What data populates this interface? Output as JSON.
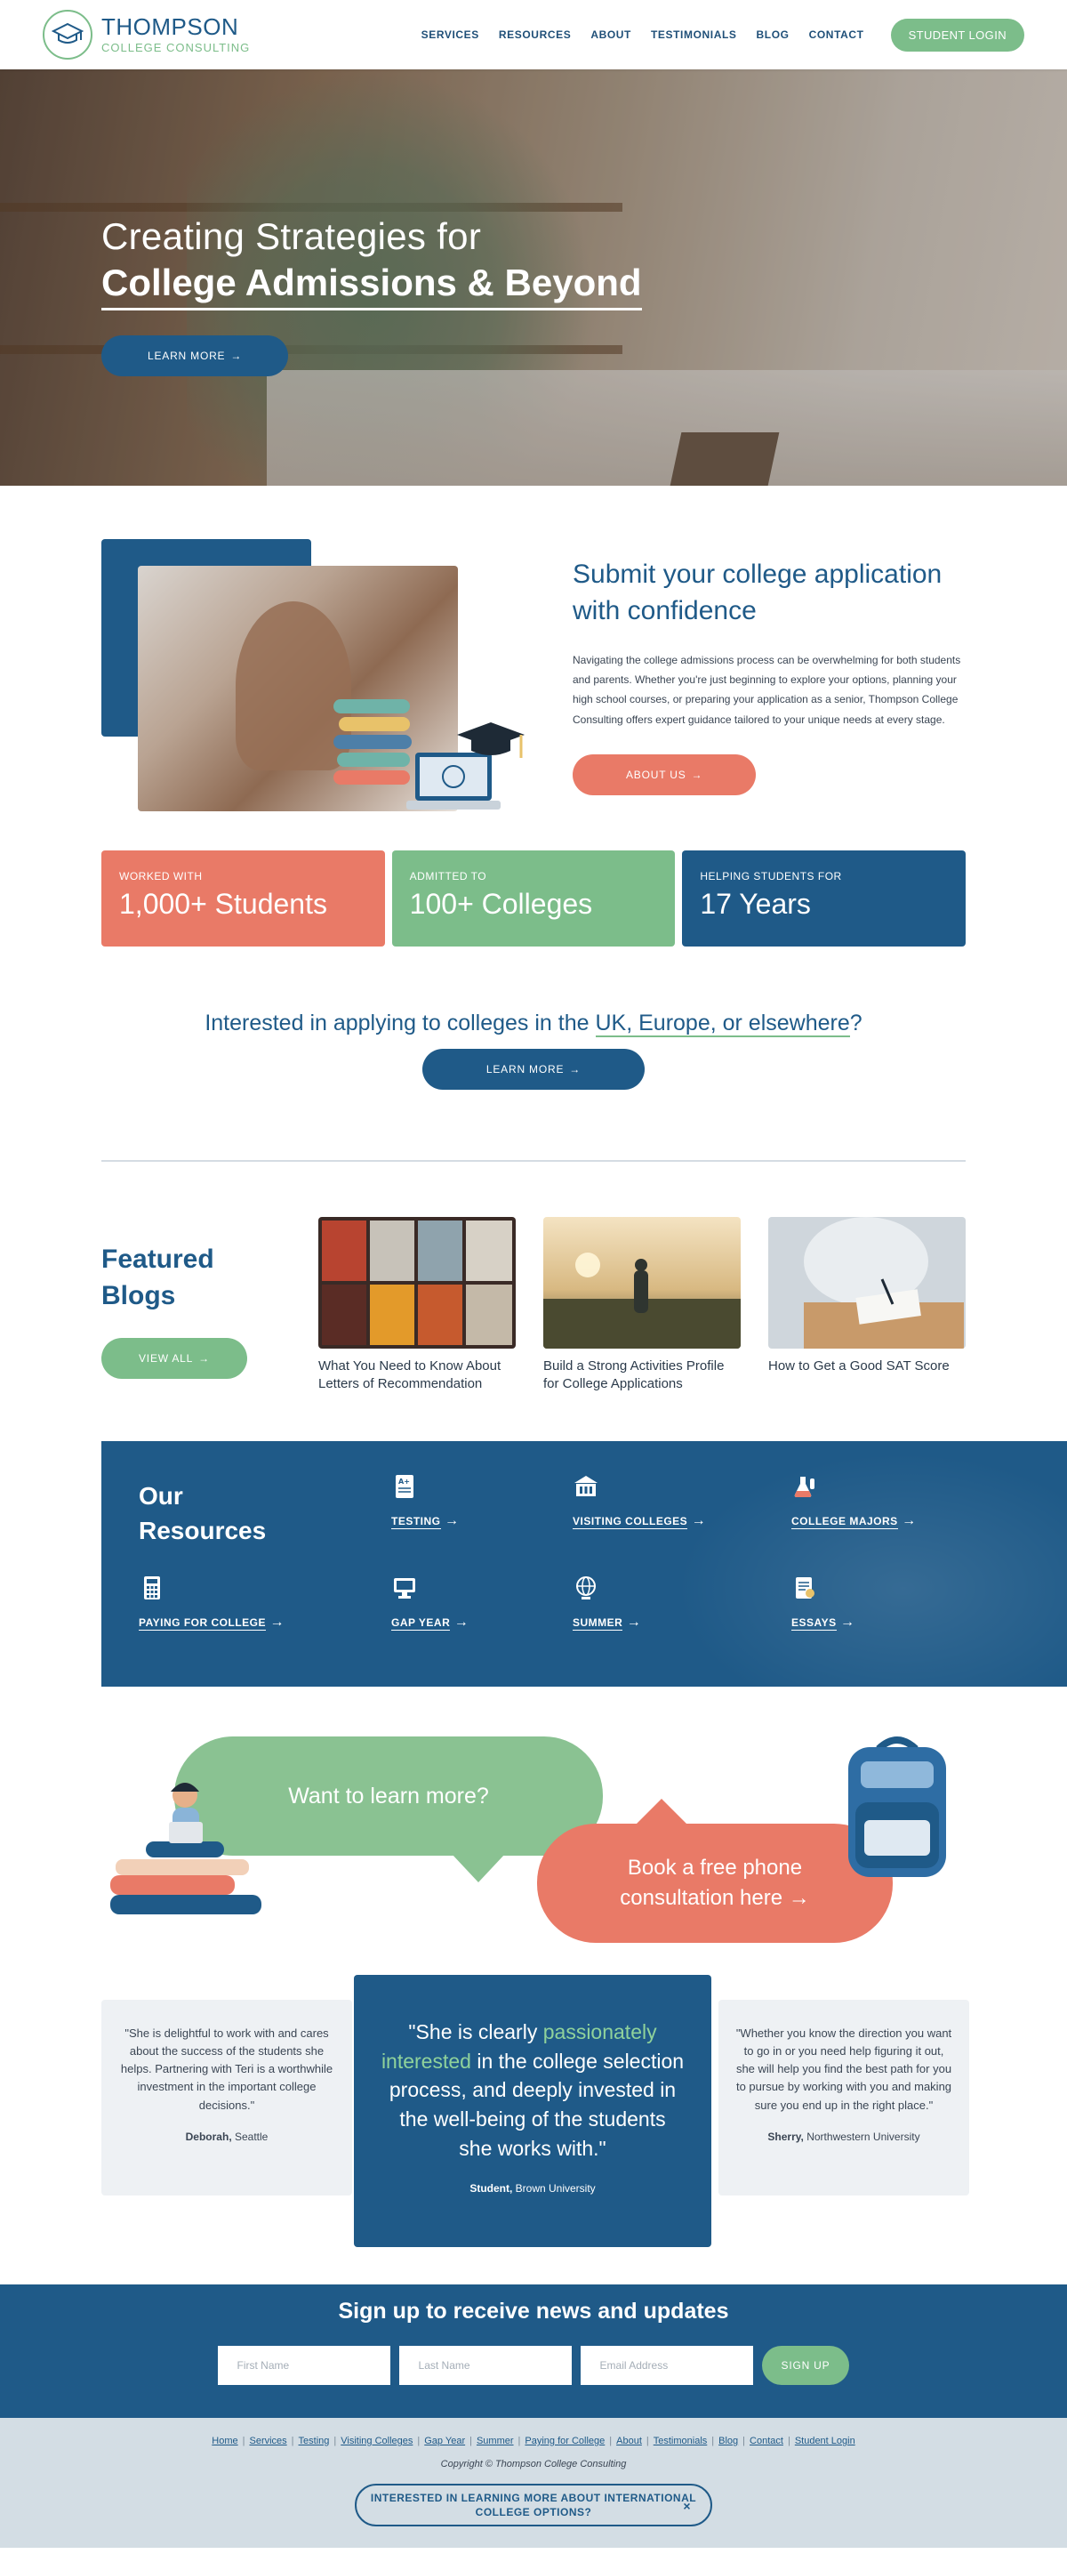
{
  "header": {
    "logo_main": "THOMPSON",
    "logo_sub": "COLLEGE CONSULTING",
    "nav": [
      "SERVICES",
      "RESOURCES",
      "ABOUT",
      "TESTIMONIALS",
      "BLOG",
      "CONTACT"
    ],
    "login_label": "STUDENT LOGIN"
  },
  "hero": {
    "line1": "Creating Strategies for",
    "line2": "College Admissions & Beyond",
    "button_label": "LEARN MORE",
    "arrow": "➔"
  },
  "submit": {
    "title": "Submit your college application with confidence",
    "body": "Navigating the college admissions process can be overwhelming for both students and parents. Whether you're just beginning to explore your options, planning your high school courses, or preparing your application as a senior, Thompson College Consulting offers expert guidance tailored to your unique needs at every stage.",
    "button_label": "ABOUT US"
  },
  "stats": [
    {
      "label": "WORKED WITH",
      "value": "1,000+ Students",
      "color": "#e97a67"
    },
    {
      "label": "ADMITTED TO",
      "value": "100+ Colleges",
      "color": "#7cbd8a"
    },
    {
      "label": "HELPING STUDENTS FOR",
      "value": "17 Years",
      "color": "#1f5a88"
    }
  ],
  "intl": {
    "text_before": "Interested in applying to colleges in the ",
    "text_highlight": "UK, Europe, or elsewhere",
    "text_after": "?",
    "button_label": "LEARN MORE"
  },
  "blogs": {
    "title_line1": "Featured",
    "title_line2": "Blogs",
    "button_label": "VIEW ALL",
    "items": [
      {
        "title": "What You Need to Know About Letters of Recommendation"
      },
      {
        "title": "Build a Strong Activities Profile for College Applications"
      },
      {
        "title": "How to Get a Good SAT Score"
      }
    ]
  },
  "resources": {
    "title_line1": "Our",
    "title_line2": "Resources",
    "items": [
      {
        "label": "TESTING",
        "icon": "test-grade-icon"
      },
      {
        "label": "VISITING COLLEGES",
        "icon": "college-building-icon"
      },
      {
        "label": "COLLEGE MAJORS",
        "icon": "flask-icon"
      },
      {
        "label": "PAYING FOR COLLEGE",
        "icon": "calculator-icon"
      },
      {
        "label": "GAP YEAR",
        "icon": "computer-icon"
      },
      {
        "label": "SUMMER",
        "icon": "globe-icon"
      },
      {
        "label": "ESSAYS",
        "icon": "essay-pencil-icon"
      }
    ]
  },
  "cta": {
    "learn_more": "Want to learn more?",
    "book_line1": "Book a free phone",
    "book_line2": "consultation here"
  },
  "testimonials": {
    "left": {
      "quote": "\"She is delightful to work with and cares about the success of the students she helps. Partnering with Teri is a worthwhile investment in the important college decisions.\"",
      "name": "Deborah,",
      "place": "Seattle"
    },
    "main": {
      "quote_before": "\"She is clearly ",
      "quote_highlight": "passionately interested",
      "quote_after": " in the college selection process, and deeply invested in the well-being of the students she works with.\"",
      "name": "Student,",
      "place": "Brown University"
    },
    "right": {
      "quote": "\"Whether you know the direction you want to go in or you need help figuring it out, she will help you find the best path for you to pursue by working with you and making sure you end up in the right place.\"",
      "name": "Sherry,",
      "place": "Northwestern University"
    }
  },
  "newsletter": {
    "title": "Sign up to receive news and updates",
    "first_name_placeholder": "First Name",
    "last_name_placeholder": "Last Name",
    "email_placeholder": "Email Address",
    "button_label": "SIGN UP"
  },
  "footer": {
    "links": [
      "Home",
      "Services",
      "Testing",
      "Visiting Colleges",
      "Gap Year",
      "Summer",
      "Paying for College",
      "About",
      "Testimonials",
      "Blog",
      "Contact",
      "Student Login"
    ],
    "copyright": "Copyright © Thompson College Consulting",
    "intl_button_line1": "INTERESTED IN LEARNING MORE ABOUT INTERNATIONAL",
    "intl_button_line2": "COLLEGE OPTIONS?",
    "close": "×"
  }
}
